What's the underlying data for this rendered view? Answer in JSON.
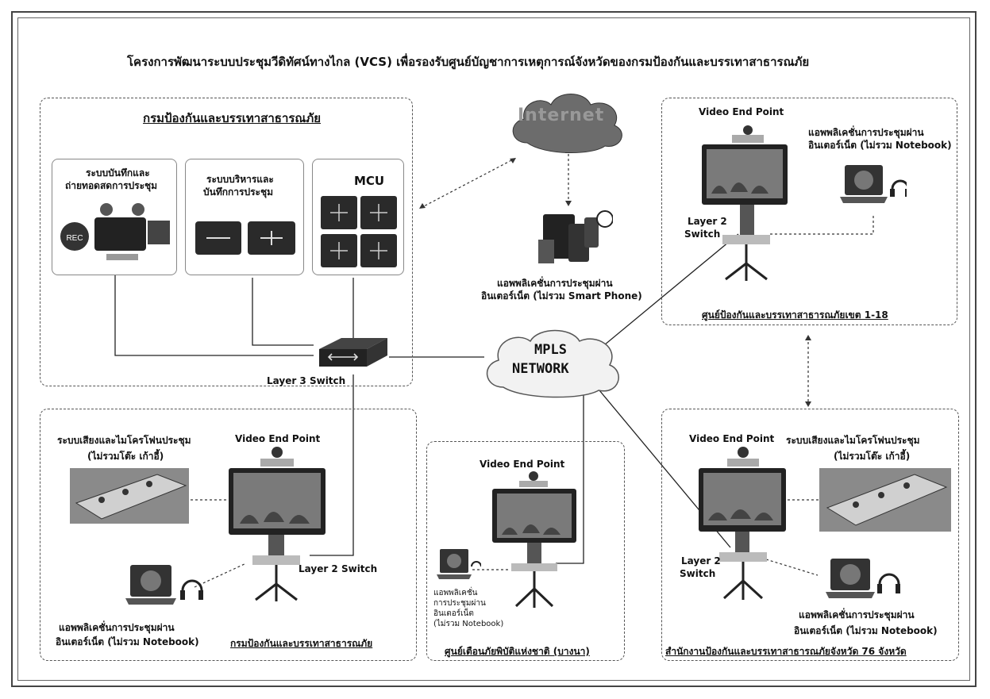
{
  "title": "โครงการพัฒนาระบบประชุมวีดิทัศน์ทางไกล (VCS) เพื่อรองรับศูนย์บัญชาการเหตุการณ์จังหวัดของกรมป้องกันและบรรเทาสาธารณภัย",
  "hq": {
    "heading": "กรมป้องกันและบรรเทาสาธารณภัย",
    "recording": [
      "ระบบบันทึกและ",
      "ถ่ายทอดสดการประชุม"
    ],
    "management": [
      "ระบบบริหารและ",
      "บันทึกการประชุม"
    ],
    "mcu": "MCU",
    "layer3": "Layer 3 Switch"
  },
  "internet": {
    "label": "Internet",
    "app": [
      "แอพพลิเคชั่นการประชุมผ่าน",
      "อินเตอร์เน็ต (ไม่รวม Smart Phone)"
    ]
  },
  "mpls": [
    "MPLS",
    "NETWORK"
  ],
  "region": {
    "video": "Video End Point",
    "app": [
      "แอพพลิเคชั่นการประชุมผ่าน",
      "อินเตอร์เน็ต (ไม่รวม Notebook)"
    ],
    "switch": [
      "Layer 2",
      "Switch"
    ],
    "caption": "ศูนย์ป้องกันและบรรเทาสาธารณภัยเขต 1-18"
  },
  "hq_room": {
    "audio": [
      "ระบบเสียงและไมโครโฟนประชุม",
      "(ไม่รวมโต๊ะ เก้าอี้)"
    ],
    "video": "Video End Point",
    "switch": "Layer 2 Switch",
    "app": [
      "แอพพลิเคชั่นการประชุมผ่าน",
      "อินเตอร์เน็ต (ไม่รวม Notebook)"
    ],
    "caption": "กรมป้องกันและบรรเทาสาธารณภัย"
  },
  "center": {
    "video": "Video End Point",
    "app": [
      "แอพพลิเคชั่น",
      "การประชุมผ่าน",
      "อินเตอร์เน็ต",
      "(ไม่รวม Notebook)"
    ],
    "caption": "ศูนย์เตือนภัยพิบัติแห่งชาติ (บางนา)"
  },
  "province": {
    "video": "Video End Point",
    "audio": [
      "ระบบเสียงและไมโครโฟนประชุม",
      "(ไม่รวมโต๊ะ เก้าอี้)"
    ],
    "switch": [
      "Layer 2",
      "Switch"
    ],
    "app": [
      "แอพพลิเคชั่นการประชุมผ่าน",
      "อินเตอร์เน็ต (ไม่รวม Notebook)"
    ],
    "caption": "สำนักงานป้องกันและบรรเทาสาธารณภัยจังหวัด 76 จังหวัด"
  },
  "icons": [
    "cloud-icon",
    "video-endpoint-icon",
    "laptop-icon",
    "headset-icon",
    "switch-icon",
    "mcu-icon",
    "server-icon",
    "conference-table-icon",
    "smartphone-icon"
  ]
}
